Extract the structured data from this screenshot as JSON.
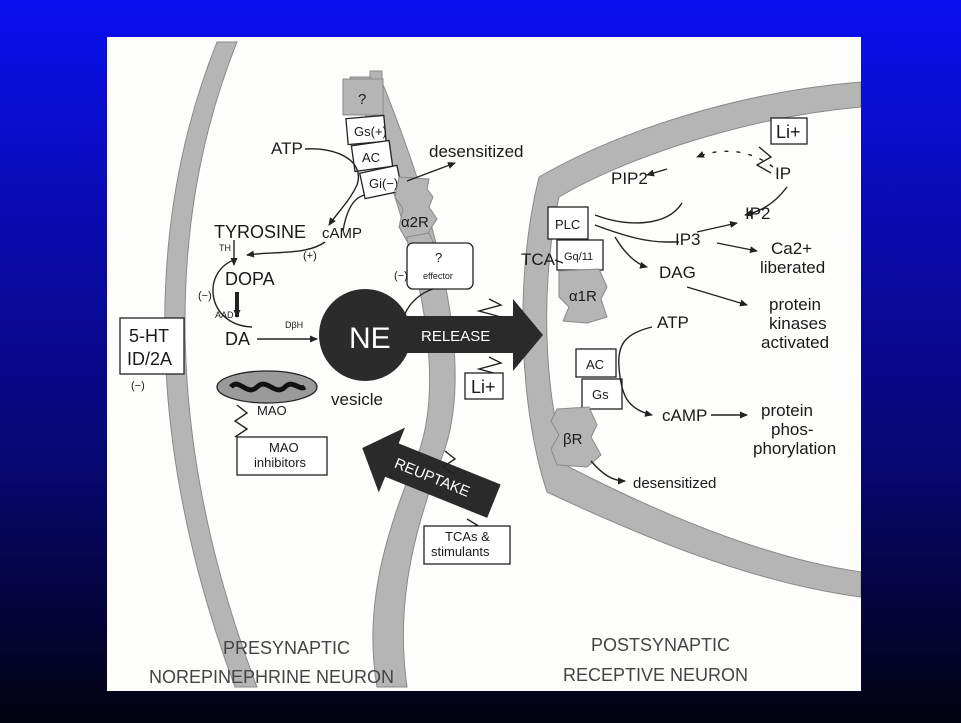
{
  "labels": {
    "question_top": "?",
    "gs_plus": "Gs(+)",
    "ac_top": "AC",
    "gi_minus": "Gi(−)",
    "atp_left": "ATP",
    "desensitized_top": "desensitized",
    "alpha2r": "α2R",
    "tyrosine": "TYROSINE",
    "camp_left": "cAMP",
    "th": "TH",
    "plus_small": "(+)",
    "dopa": "DOPA",
    "minus_dopa": "(−)",
    "aad": "AAD",
    "da": "DA",
    "dbh": "DβH",
    "effector_q": "?",
    "effector": "effector",
    "minus_effector": "(−)",
    "ne": "NE",
    "vesicle": "vesicle",
    "release": "RELEASE",
    "li_release": "Li+",
    "ht_line1": "5-HT",
    "ht_line2": "ID/2A",
    "minus_ht": "(−)",
    "mao": "MAO",
    "mao_inhib_line1": "MAO",
    "mao_inhib_line2": "inhibitors",
    "reuptake": "REUPTAKE",
    "tca_box_line1": "TCAs &",
    "tca_box_line2": "stimulants",
    "pre_line1": "PRESYNAPTIC",
    "pre_line2": "NOREPINEPHRINE NEURON",
    "li_top": "Li+",
    "ip": "IP",
    "pip2": "PIP2",
    "ip2": "IP2",
    "plc": "PLC",
    "ip3": "IP3",
    "ca": "Ca2+",
    "liberated": "liberated",
    "tca_post": "TCA",
    "gq11": "Gq/11",
    "dag": "DAG",
    "alpha1r": "α1R",
    "pk_line1": "protein",
    "pk_line2": "kinases",
    "pk_line3": "activated",
    "atp_right": "ATP",
    "ac_right": "AC",
    "gs_right": "Gs",
    "camp_right": "cAMP",
    "pp_line1": "protein",
    "pp_line2": "phos-",
    "pp_line3": "phorylation",
    "beta_r": "βR",
    "desensitized_bottom": "desensitized",
    "post_line1": "POSTSYNAPTIC",
    "post_line2": "RECEPTIVE NEURON"
  }
}
